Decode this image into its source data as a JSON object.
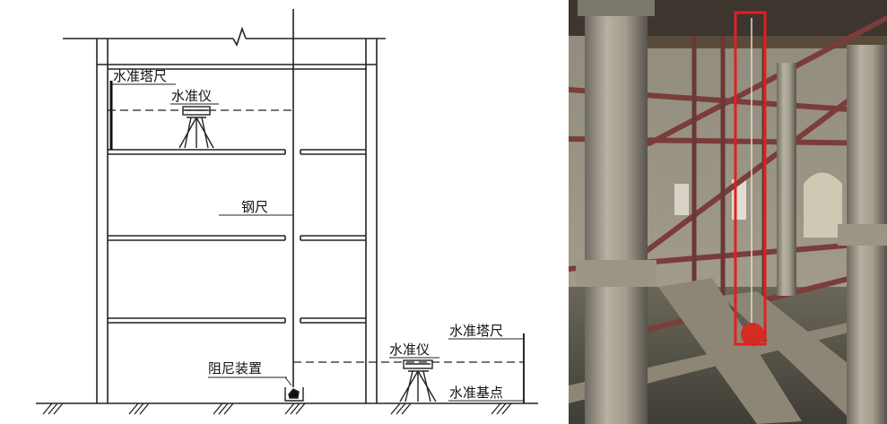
{
  "diagram": {
    "labels": {
      "staff_top": "水准塔尺",
      "level_top": "水准仪",
      "steel_tape": "钢尺",
      "damper": "阻尼装置",
      "level_bottom": "水准仪",
      "staff_bottom": "水准塔尺",
      "benchmark": "水准基点"
    }
  },
  "photo": {
    "highlight_color": "#e0201e",
    "tape_weight_color": "#d42c24"
  }
}
